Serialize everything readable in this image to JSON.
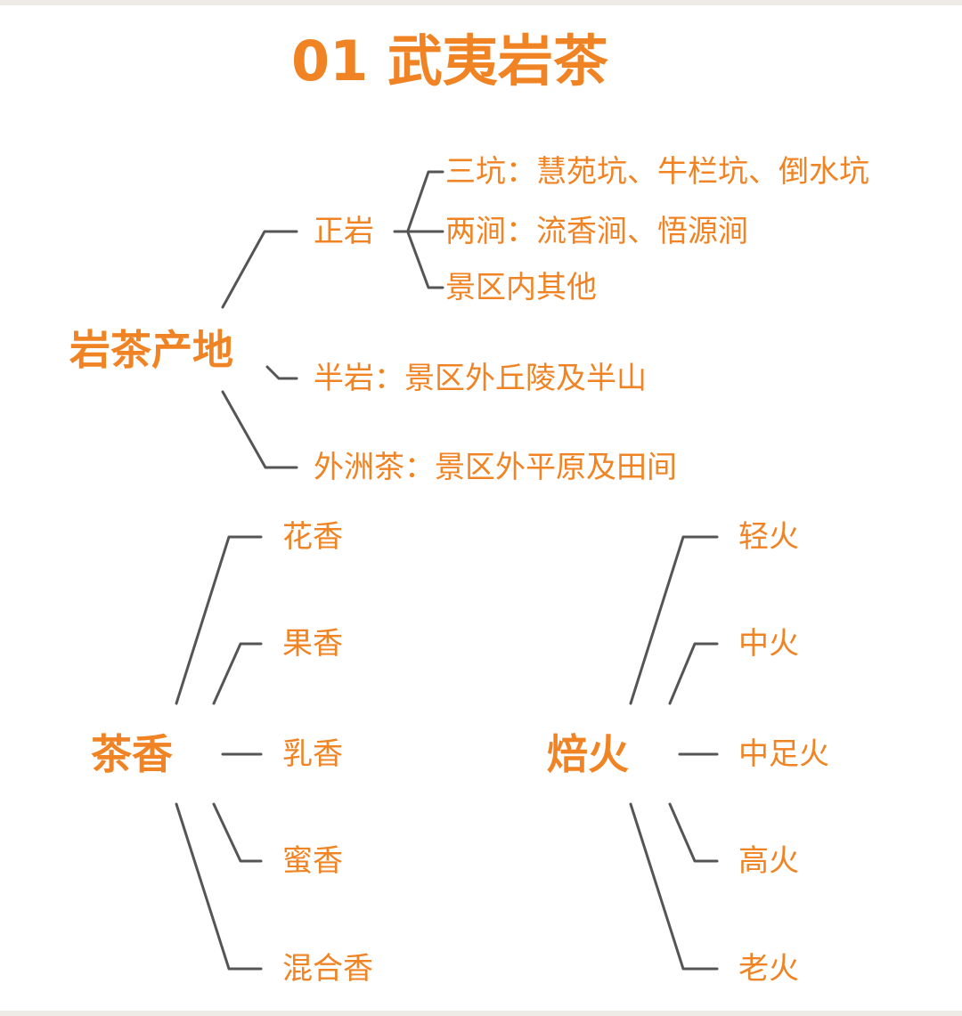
{
  "title": "01 武夷岩茶",
  "origin": {
    "label": "岩茶产地",
    "zhengyan": {
      "label": "正岩",
      "children": [
        "三坑：慧苑坑、牛栏坑、倒水坑",
        "两涧：流香涧、悟源涧",
        "景区内其他"
      ]
    },
    "banyan": "半岩：景区外丘陵及半山",
    "waizhou": "外洲茶：景区外平原及田间"
  },
  "aroma": {
    "label": "茶香",
    "items": [
      "花香",
      "果香",
      "乳香",
      "蜜香",
      "混合香"
    ]
  },
  "roast": {
    "label": "焙火",
    "items": [
      "轻火",
      "中火",
      "中足火",
      "高火",
      "老火"
    ]
  },
  "colors": {
    "text": "#f08323",
    "line": "#555555"
  }
}
